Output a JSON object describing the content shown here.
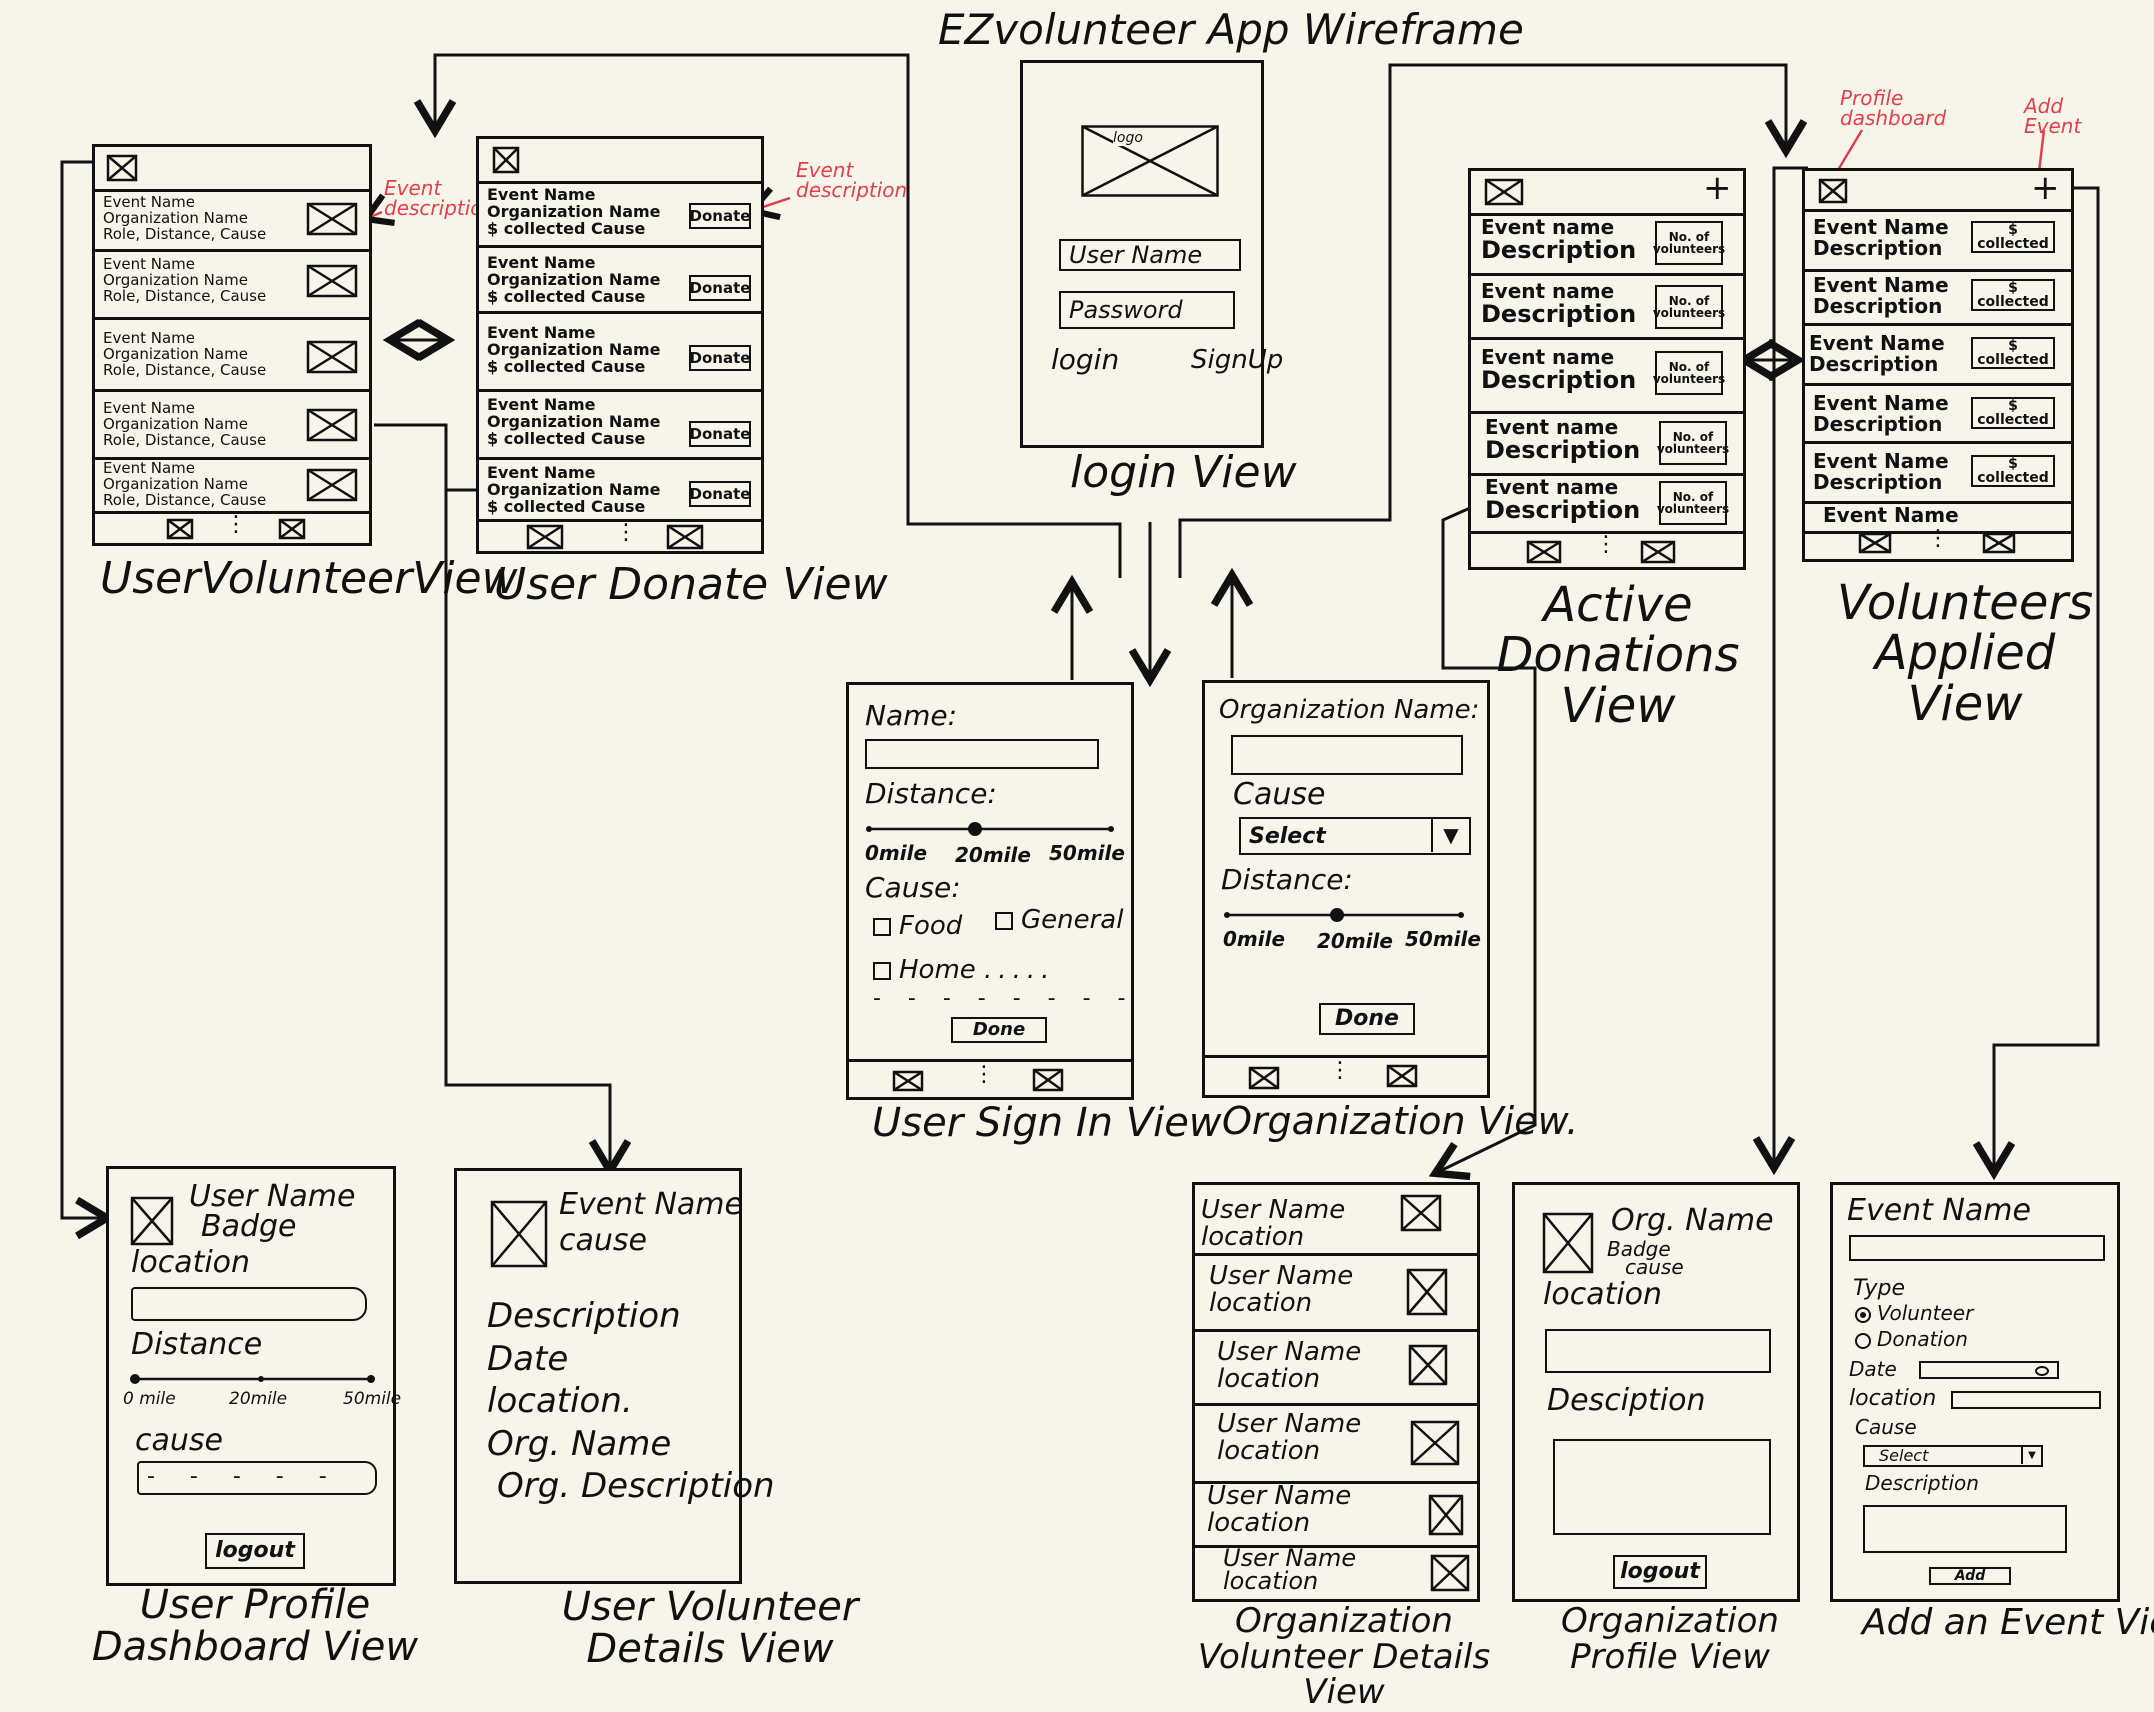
{
  "title": "EZvolunteer App Wireframe",
  "views": {
    "user_volunteer": {
      "caption": "UserVolunteerView",
      "annotation": "Event description",
      "items": [
        {
          "l1": "Event Name",
          "l2": "Organization Name",
          "l3": "Role, Distance, Cause"
        },
        {
          "l1": "Event Name",
          "l2": "Organization Name",
          "l3": "Role, Distance, Cause"
        },
        {
          "l1": "Event Name",
          "l2": "Organization Name",
          "l3": "Role, Distance, Cause"
        },
        {
          "l1": "Event Name",
          "l2": "Organization Name",
          "l3": "Role, Distance, Cause"
        },
        {
          "l1": "Event Name",
          "l2": "Organization Name",
          "l3": "Role, Distance, Cause"
        }
      ]
    },
    "user_donate": {
      "caption": "User Donate View",
      "annotation": "Event description",
      "button": "Donate",
      "items": [
        {
          "l1": "Event Name",
          "l2": "Organization Name",
          "l3": "$ collected  Cause"
        },
        {
          "l1": "Event Name",
          "l2": "Organization Name",
          "l3": "$ collected  Cause"
        },
        {
          "l1": "Event Name",
          "l2": "Organization Name",
          "l3": "$ collected  Cause"
        },
        {
          "l1": "Event Name",
          "l2": "Organization Name",
          "l3": "$ collected  Cause"
        },
        {
          "l1": "Event Name",
          "l2": "Organization Name",
          "l3": "$ collected  Cause"
        }
      ]
    },
    "login": {
      "caption": "login View",
      "logo": "logo",
      "username": "User Name",
      "password": "Password",
      "login": "login",
      "signup": "SignUp"
    },
    "active_donations": {
      "caption": "Active Donations View",
      "badge": "No. of volunteers",
      "items": [
        {
          "l1": "Event name",
          "l2": "Description"
        },
        {
          "l1": "Event name",
          "l2": "Description"
        },
        {
          "l1": "Event name",
          "l2": "Description"
        },
        {
          "l1": "Event name",
          "l2": "Description"
        },
        {
          "l1": "Event name",
          "l2": "Description"
        }
      ]
    },
    "volunteers_applied": {
      "caption": "Volunteers Applied View",
      "annotation_left": "Profile dashboard",
      "annotation_right": "Add Event",
      "badge": "$ collected",
      "items": [
        {
          "l1": "Event Name",
          "l2": "Description"
        },
        {
          "l1": "Event Name",
          "l2": "Description"
        },
        {
          "l1": "Event Name",
          "l2": "Description"
        },
        {
          "l1": "Event Name",
          "l2": "Description"
        },
        {
          "l1": "Event Name",
          "l2": "Description"
        }
      ],
      "partial": "Event Name"
    },
    "user_signin": {
      "caption": "User Sign In View",
      "name_label": "Name:",
      "distance_label": "Distance:",
      "ticks": [
        "0mile",
        "20mile",
        "50mile"
      ],
      "cause_label": "Cause:",
      "opt_food": "Food",
      "opt_general": "General",
      "opt_home": "Home",
      "done": "Done"
    },
    "organization": {
      "caption": "Organization View.",
      "org_label": "Organization Name:",
      "cause_label": "Cause",
      "select": "Select",
      "distance_label": "Distance:",
      "ticks": [
        "0mile",
        "20mile",
        "50mile"
      ],
      "done": "Done"
    },
    "user_profile": {
      "caption": "User Profile Dashboard View",
      "name": "User Name",
      "badge": "Badge",
      "location": "location",
      "distance": "Distance",
      "ticks": [
        "0 mile",
        "20mile",
        "50mile"
      ],
      "cause": "cause",
      "logout": "logout"
    },
    "user_volunteer_details": {
      "caption": "User Volunteer Details View",
      "event_name": "Event Name",
      "cause": "cause",
      "lines": [
        "Description",
        "Date",
        "location.",
        "Org. Name",
        "Org. Description"
      ]
    },
    "org_volunteer_details": {
      "caption": "Organization Volunteer Details View",
      "items": [
        {
          "l1": "User Name",
          "l2": "location"
        },
        {
          "l1": "User Name",
          "l2": "location"
        },
        {
          "l1": "User Name",
          "l2": "location"
        },
        {
          "l1": "User Name",
          "l2": "location"
        },
        {
          "l1": "User Name",
          "l2": "location"
        },
        {
          "l1": "User Name",
          "l2": "location"
        }
      ]
    },
    "org_profile": {
      "caption": "Organization Profile View",
      "name": "Org. Name",
      "badge": "Badge",
      "cause": "cause",
      "location": "location",
      "description": "Desciption",
      "logout": "logout"
    },
    "add_event": {
      "caption": "Add an Event View",
      "event_name": "Event Name",
      "type": "Type",
      "opt_volunteer": "Volunteer",
      "opt_donation": "Donation",
      "date": "Date",
      "location": "location",
      "cause": "Cause",
      "select": "Select",
      "description": "Description",
      "add": "Add"
    }
  }
}
